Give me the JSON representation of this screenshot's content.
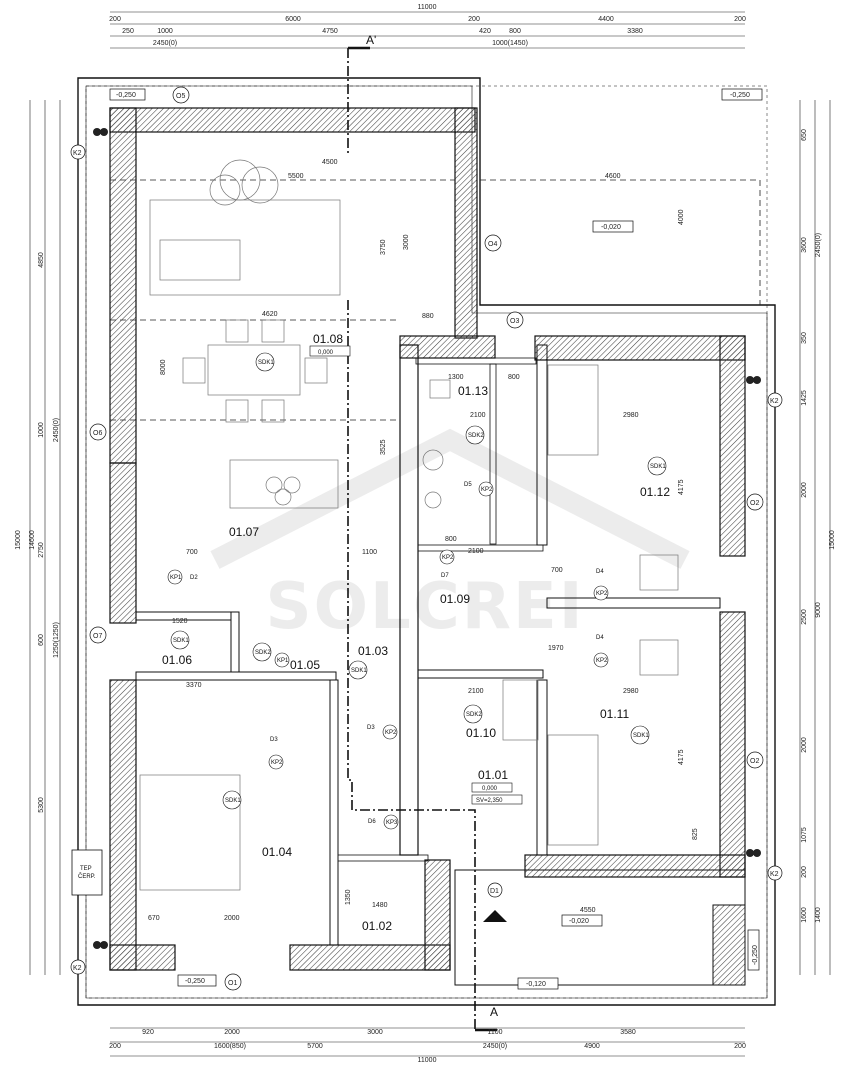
{
  "rooms": [
    {
      "id": "01.01",
      "area": "0,000",
      "extra": "SV=2,350"
    },
    {
      "id": "01.02"
    },
    {
      "id": "01.03"
    },
    {
      "id": "01.04"
    },
    {
      "id": "01.05"
    },
    {
      "id": "01.06"
    },
    {
      "id": "01.07"
    },
    {
      "id": "01.08",
      "area": "0,000"
    },
    {
      "id": "01.09",
      "display": "01.09"
    },
    {
      "id": "01.10"
    },
    {
      "id": "01.11"
    },
    {
      "id": "01.12"
    },
    {
      "id": "01.13"
    }
  ],
  "levels": {
    "top_left": "-0,250",
    "top_right": "-0,250",
    "terrace_top": "-0,020",
    "bottom_left": "-0,250",
    "entry": "-0,020",
    "bottom_mid": "-0,120",
    "right_side": "-0,250"
  },
  "section_marks": {
    "top": "A'",
    "bottom": "A"
  },
  "axes": [
    "O1",
    "O2",
    "O3",
    "O4",
    "O5",
    "O6",
    "O7",
    "K2",
    "D1"
  ],
  "top_dims": {
    "row1": [
      "11000"
    ],
    "row2": [
      "200",
      "6000",
      "200",
      "4400",
      "200"
    ],
    "row3": [
      "250",
      "1000",
      "4750",
      "420",
      "800",
      "3380"
    ],
    "row4": [
      "2450(0)",
      "1000(1450)"
    ]
  },
  "bottom_dims": {
    "row1": [
      "920",
      "2000",
      "3000",
      "1100",
      "3580"
    ],
    "row2": [
      "200",
      "1600(850)",
      "5700",
      "2450(0)",
      "4900",
      "200"
    ],
    "row3": [
      "11000"
    ]
  },
  "left_dims": [
    "4850",
    "1000",
    "2750",
    "600",
    "5300",
    "15000",
    "14600",
    "2450(0)",
    "1250(1250)"
  ],
  "right_dims": [
    "650",
    "3600",
    "350",
    "1425",
    "2000",
    "2500",
    "2000",
    "1075",
    "200",
    "1600",
    "1400",
    "15000",
    "9000",
    "2450(0)"
  ],
  "interior_dims": [
    "4500",
    "5500",
    "4600",
    "4000",
    "3750",
    "3000",
    "4620",
    "8000",
    "880",
    "1300",
    "800",
    "2100",
    "2980",
    "3525",
    "4175",
    "1100",
    "700",
    "1520",
    "3370",
    "2000",
    "1480",
    "1350",
    "4550",
    "1970",
    "700",
    "800",
    "2100",
    "2100",
    "2980",
    "4175",
    "825",
    "670"
  ],
  "symbols": [
    "SDK1",
    "SDK2",
    "KP1",
    "KP2",
    "KP3",
    "D1",
    "D2",
    "D3",
    "D4",
    "D5",
    "D6",
    "D7"
  ],
  "stamp": {
    "line1": "TEP",
    "line2": "ČERP."
  },
  "watermark": "SOLCREI"
}
